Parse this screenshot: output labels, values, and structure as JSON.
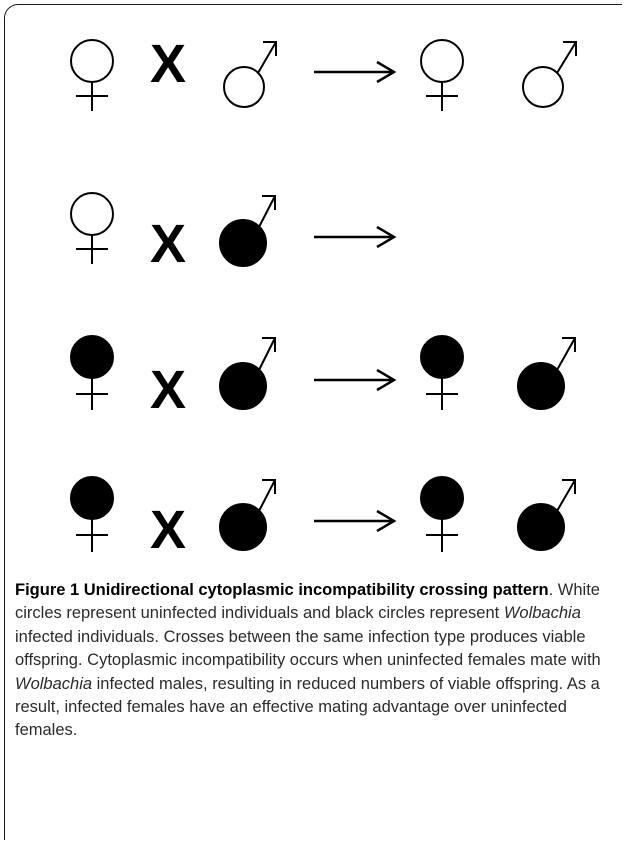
{
  "rows": [
    {
      "female": "uninfected",
      "male": "uninfected",
      "offspring": [
        "uninfected-female",
        "uninfected-male"
      ]
    },
    {
      "female": "uninfected",
      "male": "infected",
      "offspring": []
    },
    {
      "female": "infected",
      "male": "infected",
      "offspring": [
        "infected-female",
        "infected-male"
      ]
    },
    {
      "female": "infected",
      "male": "infected",
      "offspring": [
        "infected-female",
        "infected-male"
      ]
    }
  ],
  "cross_symbol": "X",
  "caption": {
    "title": "Figure 1 Unidirectional cytoplasmic incompatibility crossing pattern",
    "text_1": ". White circles represent uninfected individuals and black circles represent ",
    "italic_1": "Wolbachia",
    "text_2": " infected individuals. Crosses between the same infection type produces viable offspring. Cytoplasmic incompatibility occurs when uninfected females mate with ",
    "italic_2": "Wolbachia",
    "text_3": " infected males, resulting in reduced numbers of viable offspring. As a result, infected females have an effective mating advantage over uninfected females."
  },
  "colors": {
    "infected": "#000000",
    "uninfected": "#ffffff",
    "stroke": "#000000"
  }
}
